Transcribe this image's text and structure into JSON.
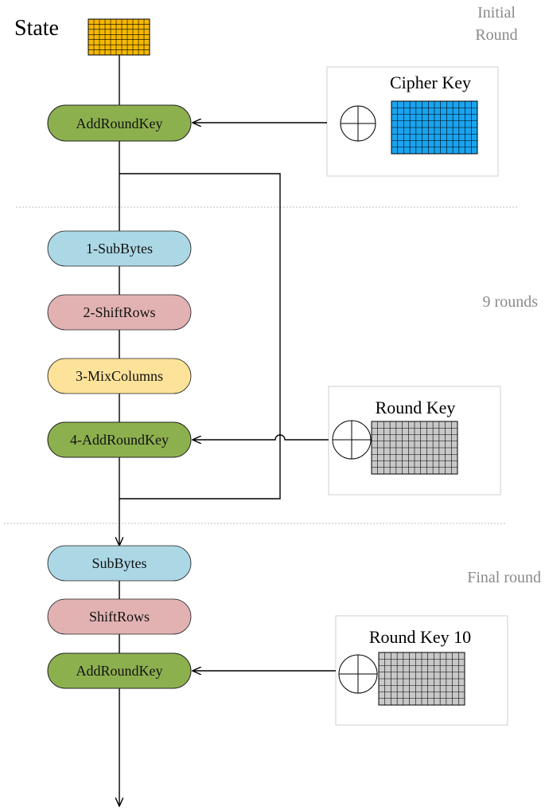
{
  "state_label": "State",
  "sections": {
    "initial": {
      "label_line1": "Initial",
      "label_line2": "Round"
    },
    "main": {
      "label": "9 rounds"
    },
    "final": {
      "label": "Final round"
    }
  },
  "steps": {
    "initial_addroundkey": "AddRoundKey",
    "subbytes": "1-SubBytes",
    "shiftrows": "2-ShiftRows",
    "mixcolumns": "3-MixColumns",
    "addroundkey": "4-AddRoundKey",
    "final_subbytes": "SubBytes",
    "final_shiftrows": "ShiftRows",
    "final_addroundkey": "AddRoundKey"
  },
  "keys": {
    "cipher": "Cipher Key",
    "round": "Round Key",
    "round10": "Round Key 10"
  },
  "colors": {
    "state_grid": "#f5b800",
    "cipher_grid": "#1aa3ef",
    "round_grid": "#c8c8c8",
    "addroundkey": "#8db04f",
    "subbytes": "#acd8e6",
    "shiftrows": "#e2b2b2",
    "mixcolumns": "#fde29a"
  }
}
